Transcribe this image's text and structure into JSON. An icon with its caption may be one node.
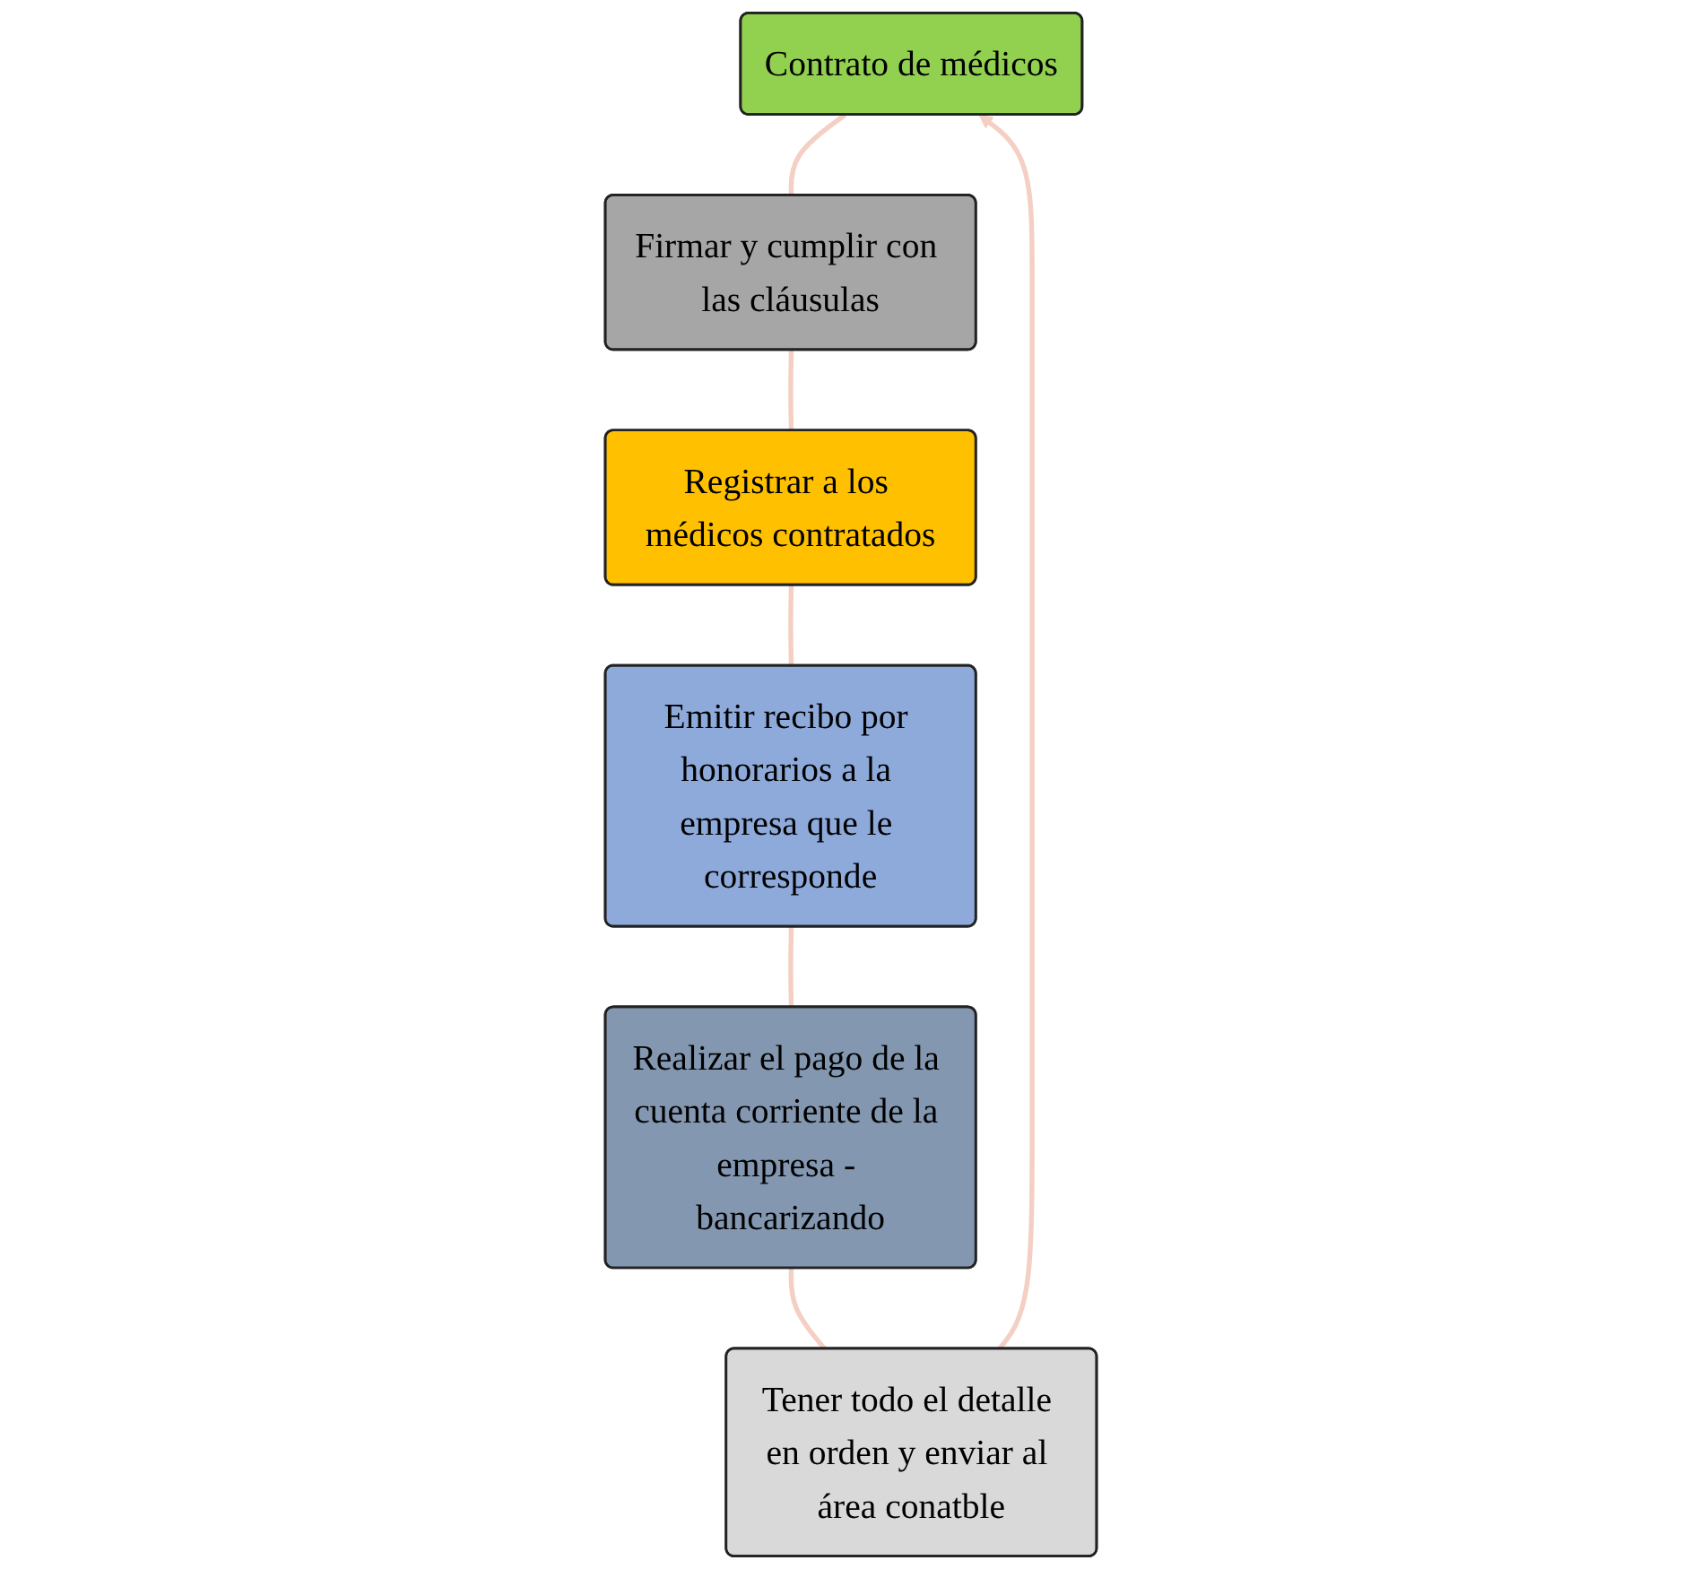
{
  "diagram": {
    "nodes": [
      {
        "text": [
          "Contrato de médicos"
        ]
      },
      {
        "text": [
          "Firmar y cumplir con las cláusulas"
        ]
      },
      {
        "text": [
          "Registrar a los médicos contratados"
        ]
      },
      {
        "text": [
          "Emitir recibo por honorarios a la empresa que le corresponde"
        ]
      },
      {
        "text": [
          "Realizar el pago de la cuenta corriente de la empresa - bancarizando"
        ]
      },
      {
        "text": [
          "Tener todo el detalle en orden y enviar al área conatble"
        ]
      }
    ],
    "edges": [
      {
        "from": 0,
        "to": 1,
        "arrow": "none"
      },
      {
        "from": 1,
        "to": 2,
        "arrow": "none"
      },
      {
        "from": 2,
        "to": 3,
        "arrow": "none"
      },
      {
        "from": 3,
        "to": 4,
        "arrow": "none"
      },
      {
        "from": 4,
        "to": 5,
        "arrow": "none"
      },
      {
        "from": 5,
        "to": 0,
        "arrow": "to"
      }
    ]
  }
}
